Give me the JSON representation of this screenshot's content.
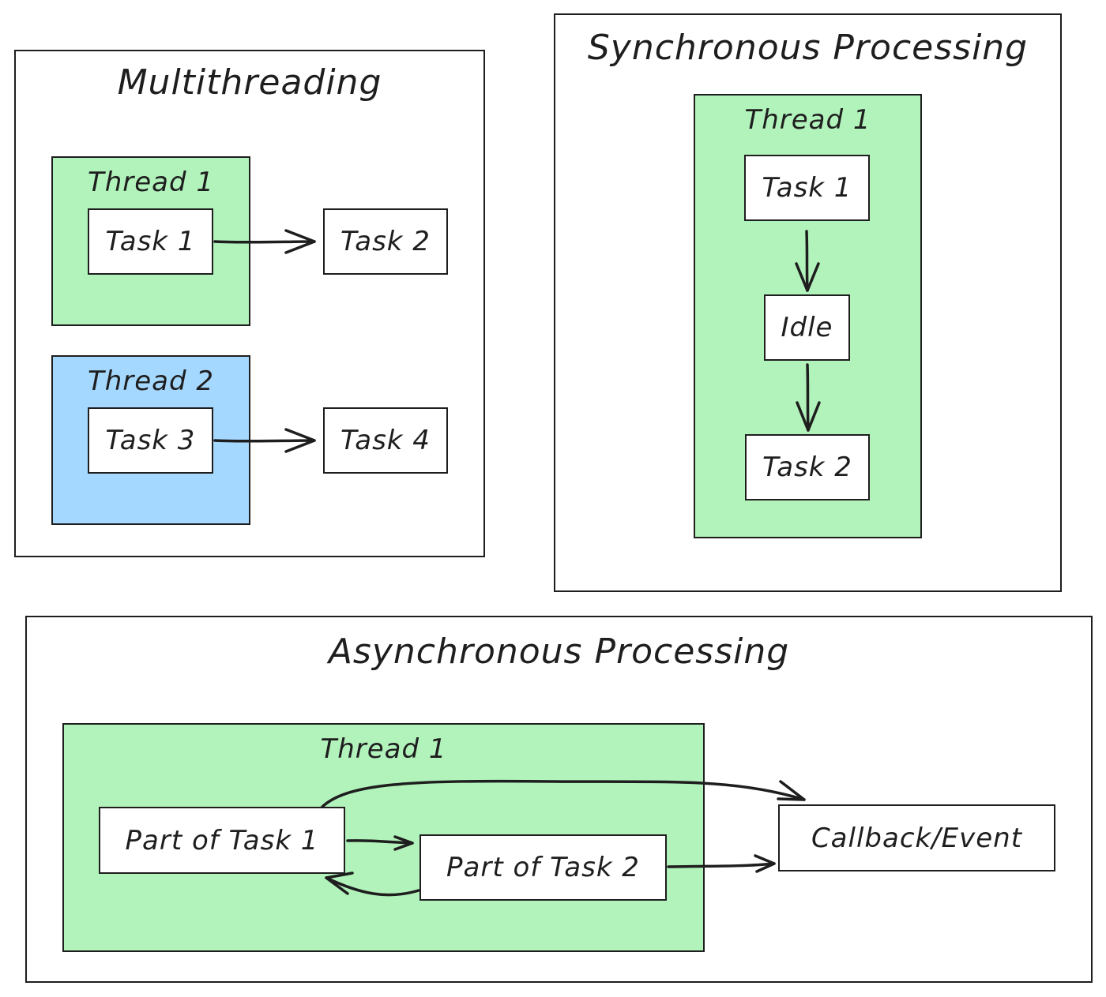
{
  "colors": {
    "stroke": "#1e1e1e",
    "green_thread": "#b2f2bb",
    "blue_thread": "#a5d8ff",
    "box": "#ffffff"
  },
  "multithreading": {
    "title": "Multithreading",
    "thread1": {
      "label": "Thread 1",
      "task_in": "Task 1",
      "task_out": "Task 2"
    },
    "thread2": {
      "label": "Thread 2",
      "task_in": "Task 3",
      "task_out": "Task 4"
    }
  },
  "synchronous": {
    "title": "Synchronous Processing",
    "thread_label": "Thread 1",
    "steps": [
      "Task 1",
      "Idle",
      "Task 2"
    ]
  },
  "asynchronous": {
    "title": "Asynchronous Processing",
    "thread_label": "Thread 1",
    "part1": "Part of Task 1",
    "part2": "Part of Task 2",
    "callback": "Callback/Event"
  }
}
